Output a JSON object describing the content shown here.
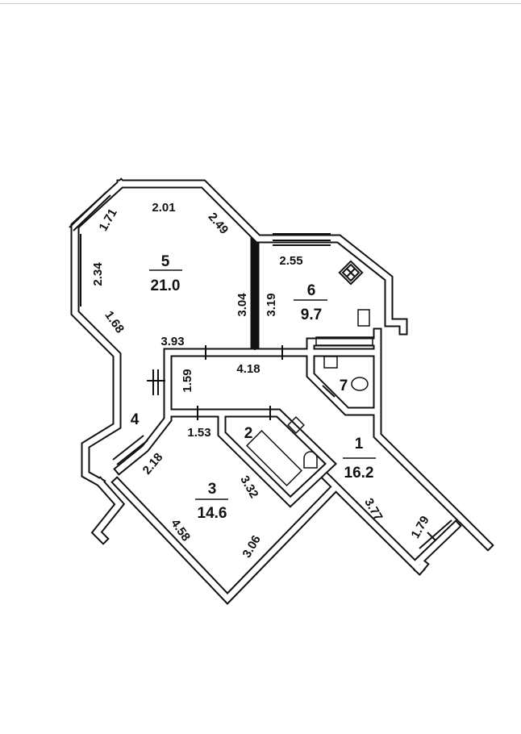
{
  "rooms": [
    {
      "number": "5",
      "area": "21.0"
    },
    {
      "number": "6",
      "area": "9.7"
    },
    {
      "number": "7"
    },
    {
      "number": "4"
    },
    {
      "number": "2"
    },
    {
      "number": "1",
      "area": "16.2"
    },
    {
      "number": "3",
      "area": "14.6"
    }
  ],
  "dimensions": {
    "d_2_01": "2.01",
    "d_1_71": "1.71",
    "d_2_49": "2.49",
    "d_2_34": "2.34",
    "d_3_04": "3.04",
    "d_1_68": "1.68",
    "d_3_93": "3.93",
    "d_2_55": "2.55",
    "d_3_19": "3.19",
    "d_4_18": "4.18",
    "d_1_59": "1.59",
    "d_1_53": "1.53",
    "d_2_18": "2.18",
    "d_3_32": "3.32",
    "d_3_77": "3.77",
    "d_1_79": "1.79",
    "d_4_58": "4.58",
    "d_3_06": "3.06"
  }
}
